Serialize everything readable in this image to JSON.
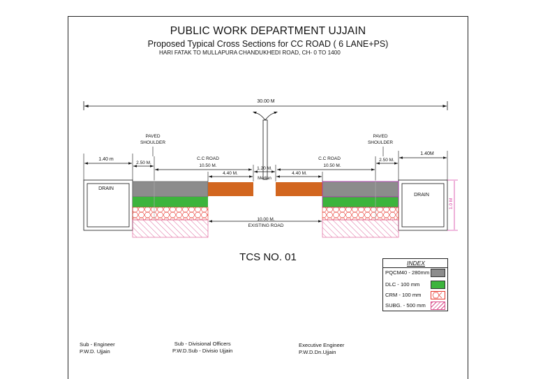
{
  "header": {
    "title": "PUBLIC WORK DEPARTMENT UJJAIN",
    "subtitle": "Proposed Typical Cross Sections for CC ROAD ( 6 LANE+PS)",
    "route": "HARI FATAK TO MULLAPURA CHANDUKHEDI ROAD, CH- 0 TO 1400"
  },
  "dimensions": {
    "total_width": "30.00 M",
    "left_drain_width": "1.40  m",
    "right_drain_width": "1.40M",
    "paved_shoulder_label": "PAVED\nSHOULDER",
    "paved_shoulder_left": "PAVED",
    "paved_shoulder_left_2": "SHOULDER",
    "shoulder_width_left": "2.50 M.",
    "shoulder_width_right": "2.50 M.",
    "cc_road_label": "C.C ROAD",
    "cc_road_width": "10.50 M.",
    "lane_width_left": "4.40 M.",
    "lane_width_right": "4.40 M.",
    "median_width": "1.20 M.",
    "median_label": "Median",
    "existing_road_width": "10.00 M.",
    "existing_road_label": "EXISTING ROAD",
    "drain_label": "DRAIN",
    "drain_depth": "1.0 M"
  },
  "section_id": "TCS NO. 01",
  "index": {
    "title": "INDEX",
    "items": [
      {
        "label": "PQCM40 - 280mm",
        "color": "#8c8c8c",
        "pattern": "solid"
      },
      {
        "label": "DLC - 100 mm",
        "color": "#3cb43c",
        "pattern": "solid"
      },
      {
        "label": "CRM - 100 mm",
        "color": "#e8342a",
        "pattern": "hex"
      },
      {
        "label": "SUBG. - 500 mm",
        "color": "#d94b8a",
        "pattern": "hatch"
      }
    ]
  },
  "colors": {
    "pqc": "#8c8c8c",
    "dlc": "#3cb43c",
    "new_lane": "#d2661f",
    "crm": "#e8342a",
    "subgrade": "#d94b8a",
    "dimension_magenta": "#d63aa0"
  },
  "signatures": {
    "sub_engineer": {
      "role": "Sub - Engineer",
      "office": "P.W.D. Ujjain"
    },
    "sdo": {
      "role": "Sub - Divisional Officers",
      "office": "P.W.D.Sub - Divisio Ujjain"
    },
    "ee": {
      "role": "Executive Engineer",
      "office": "P.W.D.Dn.Ujjain"
    }
  }
}
